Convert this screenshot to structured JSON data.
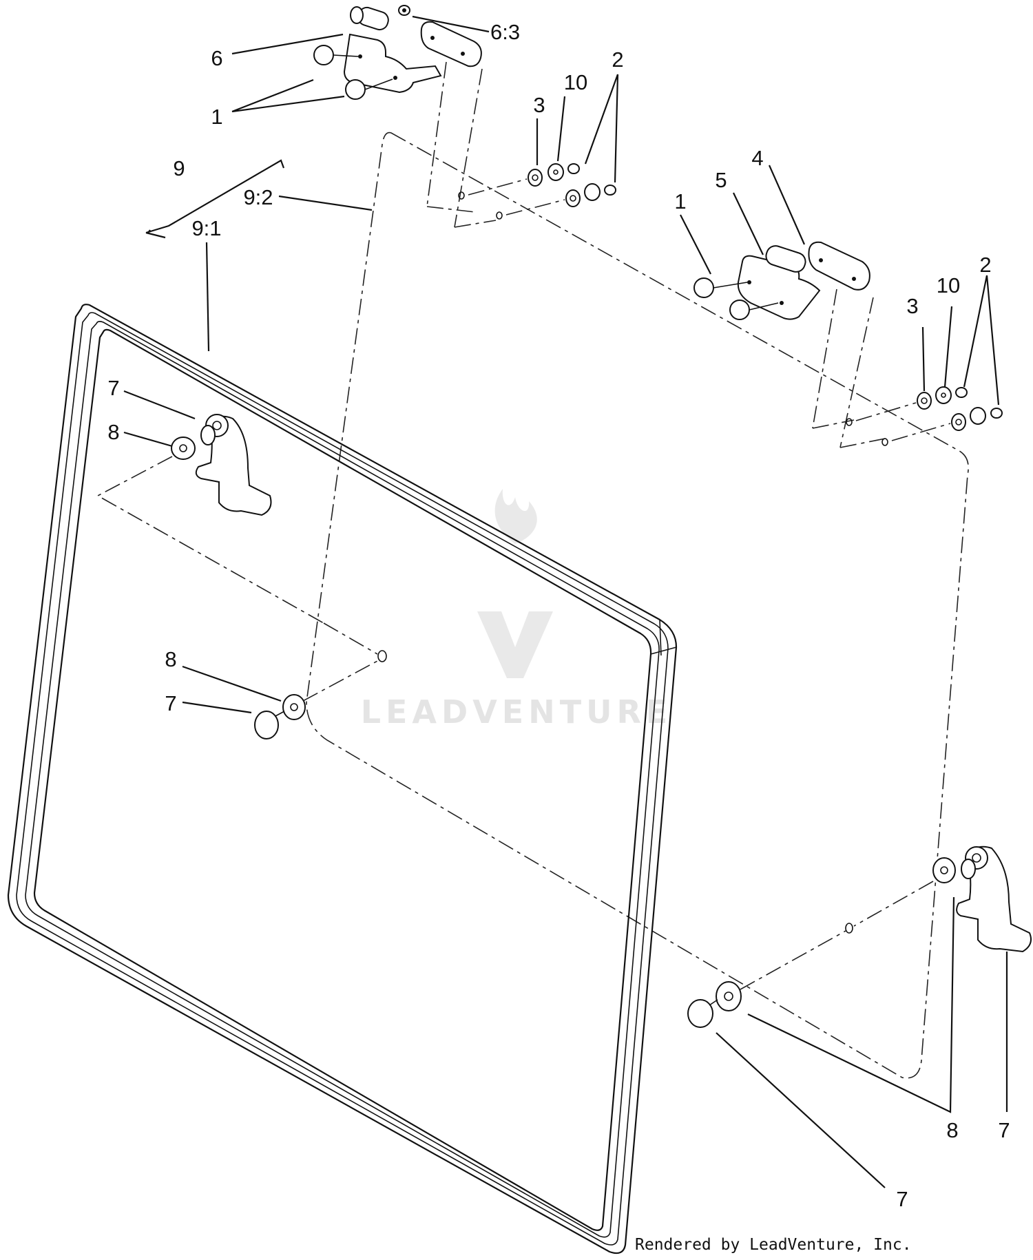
{
  "callouts": {
    "c1_top": "1",
    "c2_top": "2",
    "c3_top": "3",
    "c10_top": "10",
    "c6": "6",
    "c6_3": "6:3",
    "c9": "9",
    "c9_1": "9:1",
    "c9_2": "9:2",
    "c1_mid": "1",
    "c5": "5",
    "c4": "4",
    "c3_right": "3",
    "c10_right": "10",
    "c2_right": "2",
    "c7_left": "7",
    "c8_left": "8",
    "c8_center": "8",
    "c7_center": "7",
    "c7_bottom": "7",
    "c8_bottom": "8",
    "c7_right": "7"
  },
  "watermark": {
    "text": "LEADVENTURE",
    "logo": "leadventure-flame-v-logo"
  },
  "footer": {
    "text": "Rendered by LeadVenture, Inc."
  }
}
